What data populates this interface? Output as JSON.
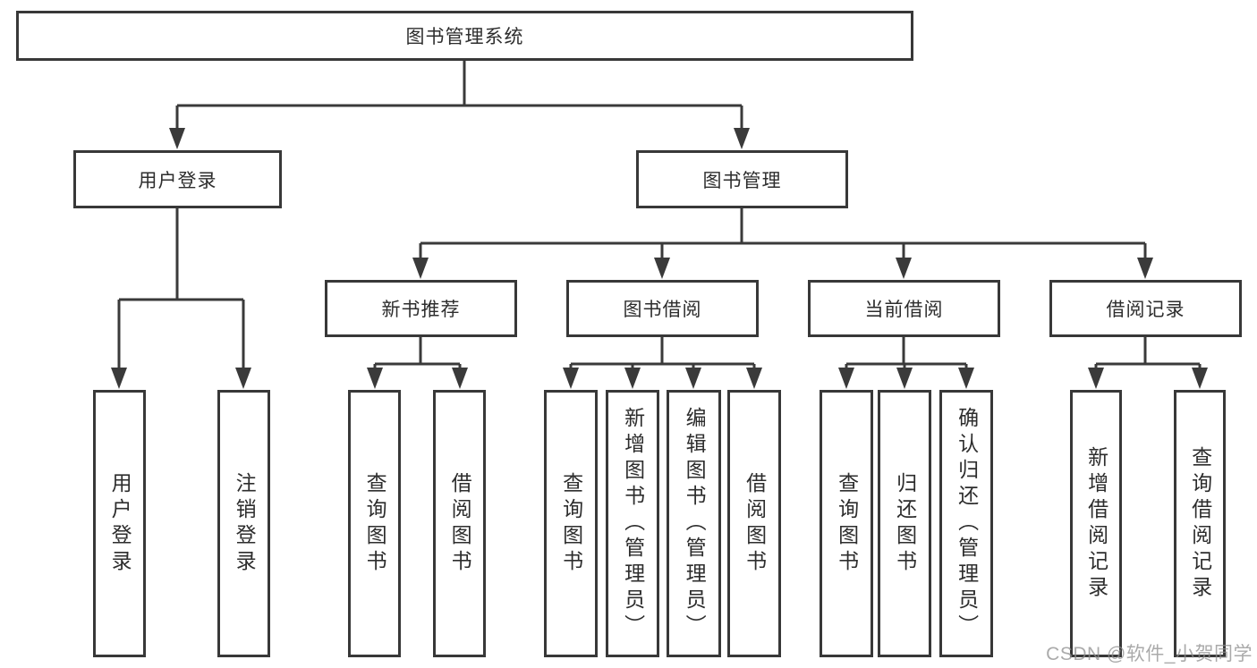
{
  "tree": {
    "root": "图书管理系统",
    "branches": [
      {
        "label": "用户登录",
        "children": [
          "用户登录",
          "注销登录"
        ]
      },
      {
        "label": "图书管理",
        "groups": [
          {
            "label": "新书推荐",
            "children": [
              "查询图书",
              "借阅图书"
            ]
          },
          {
            "label": "图书借阅",
            "children": [
              "查询图书",
              "新增图书（管理员）",
              "编辑图书（管理员）",
              "借阅图书"
            ]
          },
          {
            "label": "当前借阅",
            "children": [
              "查询图书",
              "归还图书",
              "确认归还（管理员）"
            ]
          },
          {
            "label": "借阅记录",
            "children": [
              "新增借阅记录",
              "查询借阅记录"
            ]
          }
        ]
      }
    ]
  },
  "watermark": "CSDN @软件_小贺同学",
  "colors": {
    "line": "#3a3a3a",
    "border": "#383838",
    "text": "#2d2d2d",
    "watermark": "#8e8e8e",
    "background": "#ffffff"
  }
}
